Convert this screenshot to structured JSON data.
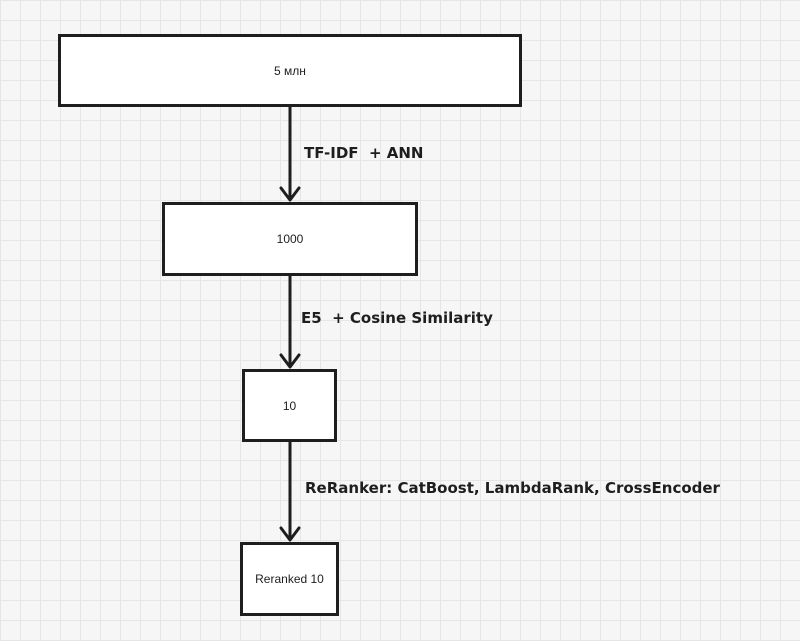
{
  "diagram": {
    "nodes": [
      {
        "id": "n1",
        "label": "5 млн"
      },
      {
        "id": "n2",
        "label": "1000"
      },
      {
        "id": "n3",
        "label": "10"
      },
      {
        "id": "n4",
        "label": "Reranked 10"
      }
    ],
    "edges": [
      {
        "from": "n1",
        "to": "n2",
        "label": "TF-IDF  + ANN"
      },
      {
        "from": "n2",
        "to": "n3",
        "label": "E5  + Cosine Similarity"
      },
      {
        "from": "n3",
        "to": "n4",
        "label": "ReRanker: CatBoost, LambdaRank, CrossEncoder"
      }
    ]
  },
  "colors": {
    "stroke": "#1e1e1e",
    "node_fill": "#ffffff",
    "canvas_background": "#f6f6f6",
    "grid": "#e6e6e6"
  }
}
